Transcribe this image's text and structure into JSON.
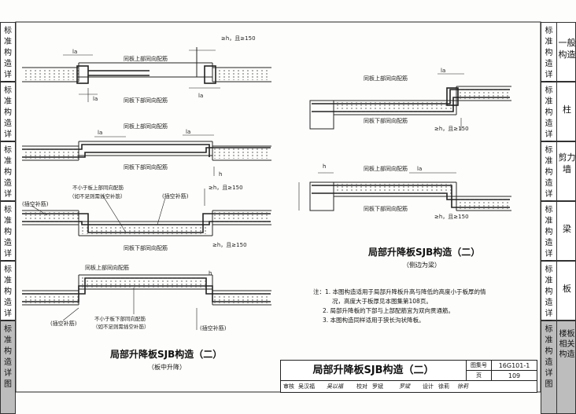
{
  "left_tabs": [
    {
      "label": "标准构造详图"
    },
    {
      "label": "标准构造详图"
    },
    {
      "label": "标准构造详图"
    },
    {
      "label": "标准构造详图"
    },
    {
      "label": "标准构造详图"
    },
    {
      "label": "标准构造详图"
    }
  ],
  "right_tabs": [
    {
      "col1": "标准构造详图",
      "col2": "一般构造"
    },
    {
      "col1": "标准构造详图",
      "col2": "柱"
    },
    {
      "col1": "标准构造详图",
      "col2": "剪力墙"
    },
    {
      "col1": "标准构造详图",
      "col2": "梁"
    },
    {
      "col1": "标准构造详图",
      "col2": "板"
    },
    {
      "col1": "标准构造详图",
      "col2": "楼板相关构造"
    }
  ],
  "drawing_left": {
    "labels": {
      "top_rebar": "同板上部同向配筋",
      "bottom_rebar": "同板下部同向配筋",
      "la": "la",
      "h_dim": "≥h，且≥150",
      "h": "h",
      "not_less_bottom": "不小于板上部同向配筋",
      "not_less_bottom_note": "（如不足则需插空补筋）",
      "not_less_top": "不小于板下部同向配筋",
      "not_less_top_note": "（如不足则需插空补筋）",
      "insert_rebar": "(插空补筋)"
    },
    "title": "局部升降板SJB构造（二）",
    "subtitle": "（板中升降）"
  },
  "drawing_right": {
    "labels": {
      "top_rebar": "同板上部同向配筋",
      "bottom_rebar": "同板下部同向配筋",
      "la": "la",
      "h_dim": "≥h，且≥150",
      "h": "h"
    },
    "title": "局部升降板SJB构造（二）",
    "subtitle": "（侧边为梁）"
  },
  "notes": {
    "prefix": "注：",
    "items": [
      "1. 本图构造适用于局部升降板升高与降低的高度小于板厚的情",
      "况，高度大于板厚见本图集第108页。",
      "2. 局部升降板的下部与上部配筋宜为双向贯通筋。",
      "3. 本图构造同样适用于狭长沟状降板。"
    ]
  },
  "title_block": {
    "title": "局部升降板SJB构造（二）",
    "atlas_label": "图集号",
    "atlas_value": "16G101-1",
    "page_label": "页",
    "page_value": "109",
    "review_label": "审核",
    "reviewer": "吴汉福",
    "reviewer_sign": "吴以福",
    "check_label": "校对",
    "checker": "罗斌",
    "checker_sign": "罗斌",
    "design_label": "设计",
    "designer": "徐莉",
    "designer_sign": "徐莉"
  }
}
